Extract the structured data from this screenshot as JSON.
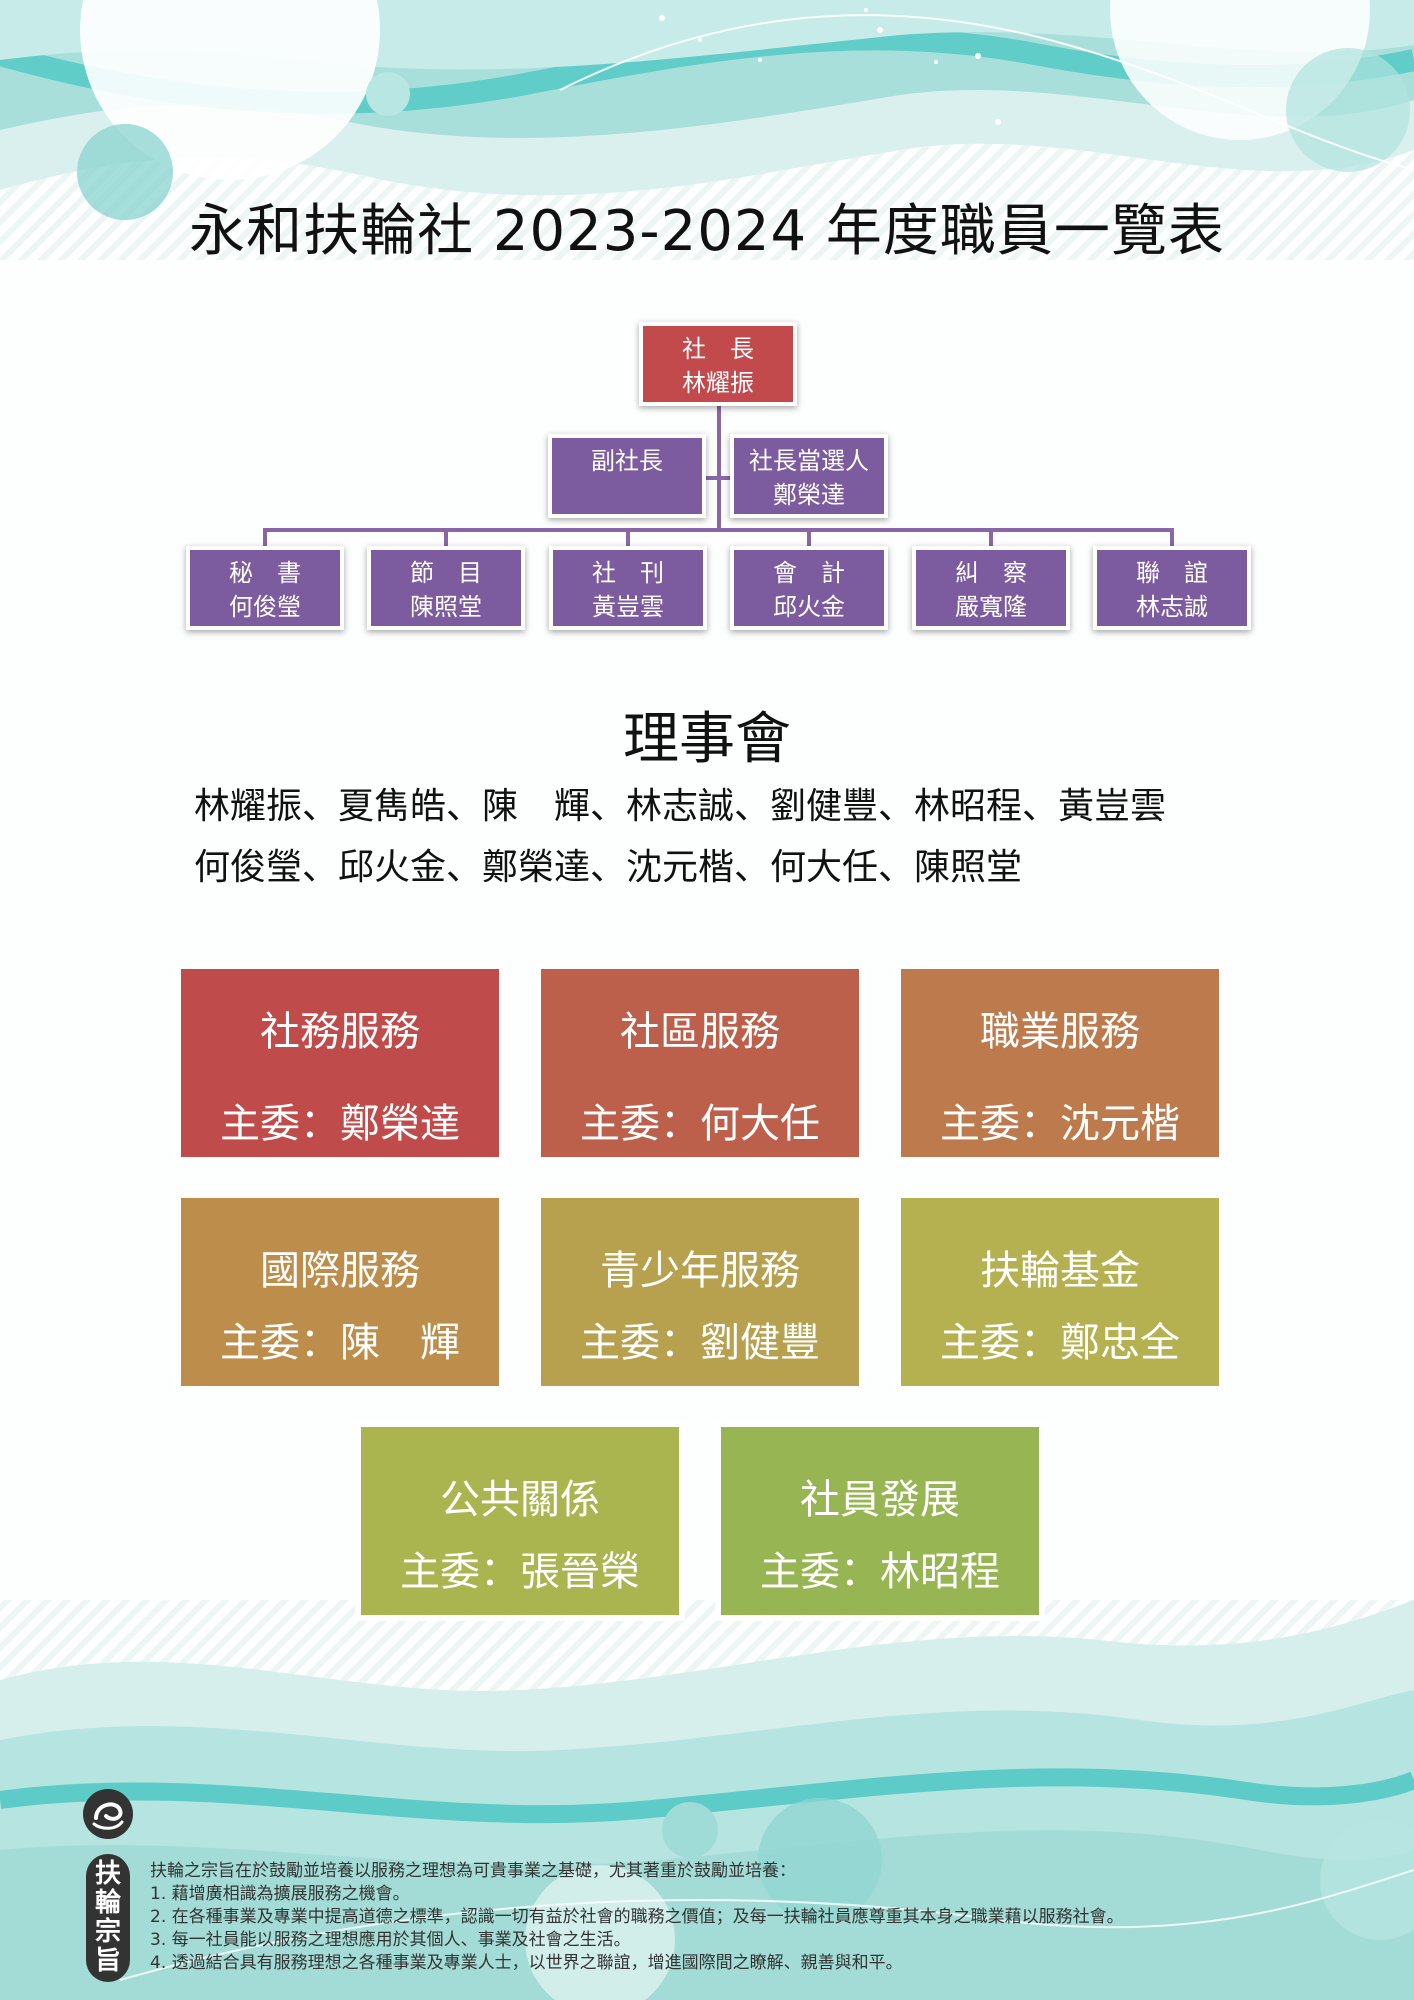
{
  "title": "永和扶輪社 2023-2024 年度職員一覽表",
  "colors": {
    "president": "#c24a4c",
    "officer": "#7d5b9f",
    "connector": "#8a66a8",
    "wave_teal": "#4ec8c4",
    "wave_light": "#bfe8e5",
    "committees": [
      "#c04b4b",
      "#bc604b",
      "#bd7a4c",
      "#bd8d4c",
      "#b7a04e",
      "#b5b150",
      "#aab54f",
      "#97b553"
    ]
  },
  "org_chart": {
    "president": {
      "role": "社　長",
      "name": "林耀振"
    },
    "vice_president": {
      "role": "副社長",
      "name": ""
    },
    "president_elect": {
      "role": "社長當選人",
      "name": "鄭榮達"
    },
    "officers": [
      {
        "role": "秘　書",
        "name": "何俊瑩"
      },
      {
        "role": "節　目",
        "name": "陳照堂"
      },
      {
        "role": "社　刊",
        "name": "黃豈雲"
      },
      {
        "role": "會　計",
        "name": "邱火金"
      },
      {
        "role": "糾　察",
        "name": "嚴寬隆"
      },
      {
        "role": "聯　誼",
        "name": "林志誠"
      }
    ]
  },
  "board": {
    "title": "理事會",
    "line1": "林耀振、夏雋皓、陳　輝、林志誠、劉健豐、林昭程、黃豈雲",
    "line2": "何俊瑩、邱火金、鄭榮達、沈元楷、何大任、陳照堂"
  },
  "committees": [
    {
      "name": "社務服務",
      "chair": "主委：鄭榮達"
    },
    {
      "name": "社區服務",
      "chair": "主委：何大任"
    },
    {
      "name": "職業服務",
      "chair": "主委：沈元楷"
    },
    {
      "name": "國際服務",
      "chair": "主委：陳　輝"
    },
    {
      "name": "青少年服務",
      "chair": "主委：劉健豐"
    },
    {
      "name": "扶輪基金",
      "chair": "主委：鄭忠全"
    },
    {
      "name": "公共關係",
      "chair": "主委：張晉榮"
    },
    {
      "name": "社員發展",
      "chair": "主委：林昭程"
    }
  ],
  "footer": {
    "logo_text": [
      "扶",
      "輪",
      "宗",
      "旨"
    ],
    "logo_icon": "rotary-swirl-icon",
    "mission_intro": "扶輪之宗旨在於鼓勵並培養以服務之理想為可貴事業之基礎，尤其著重於鼓勵並培養：",
    "mission_items": [
      "1. 藉增廣相識為擴展服務之機會。",
      "2. 在各種事業及專業中提高道德之標準，認識一切有益於社會的職務之價值；及每一扶輪社員應尊重其本身之職業藉以服務社會。",
      "3. 每一社員能以服務之理想應用於其個人、事業及社會之生活。",
      "4. 透過結合具有服務理想之各種事業及專業人士，以世界之聯誼，增進國際間之瞭解、親善與和平。"
    ]
  }
}
